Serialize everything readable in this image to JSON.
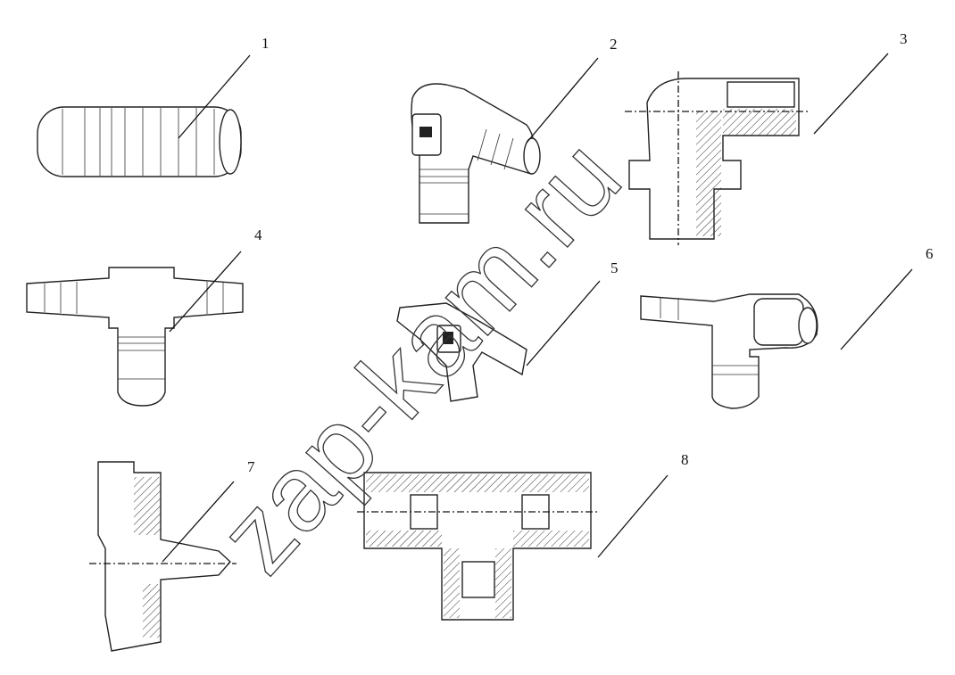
{
  "figure": {
    "labels": [
      "1",
      "2",
      "3",
      "4",
      "5",
      "6",
      "7",
      "8"
    ],
    "watermark": "zap-kam.ru"
  }
}
